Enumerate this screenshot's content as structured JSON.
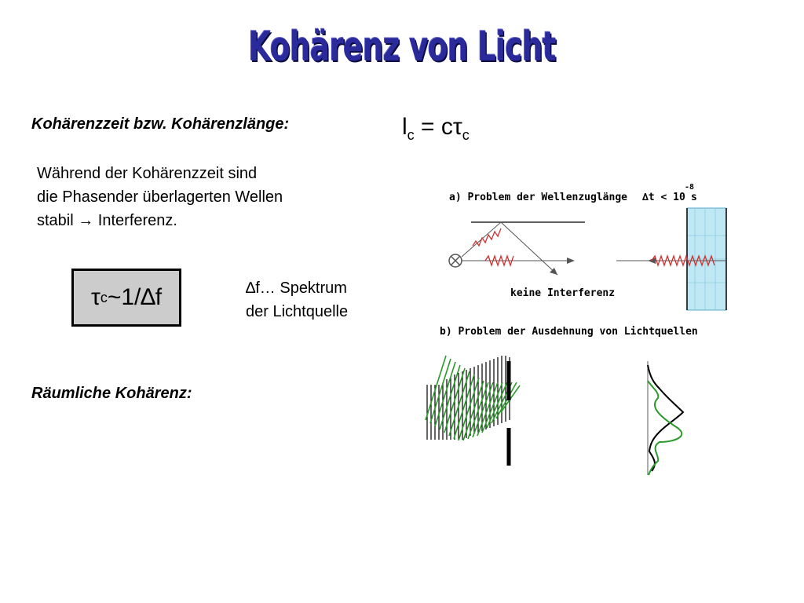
{
  "title": "Kohärenz von Licht",
  "section1": {
    "heading": "Kohärenzzeit bzw. Kohärenzlänge:",
    "formula_lc": {
      "l": "l",
      "sub1": "c",
      "eq": " = c",
      "tau": "τ",
      "sub2": "c"
    },
    "paragraph_lines": [
      "Während der Kohärenzzeit sind",
      "die Phasender überlagerten Wellen",
      "stabil → Interferenz."
    ],
    "boxed_formula": {
      "tau": "τ",
      "sub": "c",
      "rest": "~1/∆f"
    },
    "spectrum_note_lines": [
      "∆f… Spektrum",
      "der Lichtquelle"
    ]
  },
  "section2": {
    "heading": "Räumliche Kohärenz:"
  },
  "diagram": {
    "label_a": "a) Problem der Wellenzuglänge",
    "delta_t": "∆t < 10",
    "exponent": "-8",
    "unit": "s",
    "keine": "keine Interferenz",
    "label_b": "b) Problem der Ausdehnung von Lichtquellen"
  },
  "colors": {
    "title": "#2a2a9a",
    "wave_red": "#d03030",
    "wave_green": "#2a9a2a",
    "glass": "#bfe8f4"
  }
}
